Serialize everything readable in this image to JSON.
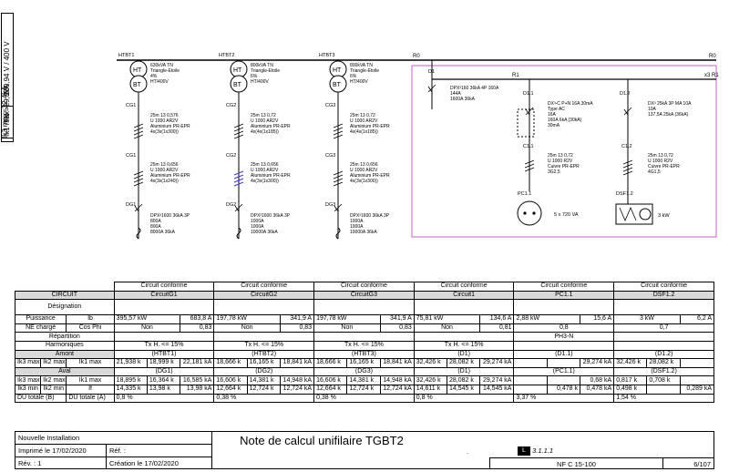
{
  "side_panel": {
    "voltage": "230,94 V / 400 V",
    "ik1max": "Ik1 max=29,3kA",
    "ik3max": "Ik3 max=32,4kA",
    "tn": "TN"
  },
  "schema": {
    "transformers": [
      {
        "id": "HTBT1",
        "ht": "HT",
        "bt": "BT",
        "spec1": "630kVA TN",
        "spec2": "Triangle-Etoile",
        "spec3": "4%",
        "spec4": "HT/400V",
        "cable1_id": "CG1",
        "cable1": [
          "25m 13 0,576",
          "U 1000 AR2V",
          "Aluminium PR-EPR",
          "4x(3x(1x300))"
        ],
        "cable2_id": "CG1",
        "cable2": [
          "25m 13 0,656",
          "U 1000 AR2V",
          "Aluminium PR-EPR",
          "4x(3x(1x240))"
        ],
        "breaker_id": "DG1",
        "breaker": [
          "DPX³1600 36kA 3P",
          "800A",
          "800A",
          "8000A 36kA"
        ]
      },
      {
        "id": "HTBT2",
        "ht": "HT",
        "bt": "BT",
        "spec1": "800kVA TN",
        "spec2": "Triangle-Etoile",
        "spec3": "6%",
        "spec4": "HT/400V",
        "cable1_id": "CG2",
        "cable1": [
          "25m 13 0,72",
          "U 1000 AR2V",
          "Aluminium PR-EPR",
          "4x(4x(1x185))"
        ],
        "cable2_id": "CG2",
        "cable2": [
          "25m 13 0,656",
          "U 1000 AR2V",
          "Aluminium PR-EPR",
          "4x(3x(1x300))"
        ],
        "breaker_id": "DG2",
        "breaker": [
          "DPX³1600 36kA 3P",
          "1000A",
          "1000A",
          "10000A 36kA"
        ]
      },
      {
        "id": "HTBT3",
        "ht": "HT",
        "bt": "BT",
        "spec1": "800kVA TN",
        "spec2": "Triangle-Etoile",
        "spec3": "6%",
        "spec4": "HT/400V",
        "cable1_id": "CG3",
        "cable1": [
          "25m 13 0,72",
          "U 1000 AR2V",
          "Aluminium PR-EPR",
          "4x(4x(1x185))"
        ],
        "cable2_id": "CG3",
        "cable2": [
          "25m 13 0,656",
          "U 1000 AR2V",
          "Aluminium PR-EPR",
          "4x(3x(1x300))"
        ],
        "breaker_id": "DG3",
        "breaker": [
          "DPX³1600 36kA 3P",
          "1000A",
          "1000A",
          "10000A 36kA"
        ]
      }
    ],
    "busbar_r0": "R0",
    "busbar_r0_right": "R0",
    "busbar_r1": "R1",
    "busbar_r1_right": "x3 R1",
    "d1": {
      "id": "D1",
      "spec": [
        "DPX³160 36kA 4P 160A",
        "144A",
        "1600A 36kA"
      ]
    },
    "d11": {
      "id": "D1.1",
      "spec": [
        "DX³-C P+N 16A 30mA",
        "Type AC",
        "16A",
        "160A 6kA (30kA)",
        "30mA"
      ]
    },
    "d12": {
      "id": "D1.2",
      "spec": [
        "DX³ 25kA 3P MA 10A",
        "10A",
        "137,5A 25kA (36kA)"
      ]
    },
    "c11": {
      "id": "C1.1",
      "spec": [
        "25m 13 0,72",
        "U 1000 R2V",
        "Cuivre PR-EPR",
        "3G2,5"
      ]
    },
    "c12": {
      "id": "C1.2",
      "spec": [
        "25m 13 0,72",
        "U 1000 R2V",
        "Cuivre PR-EPR",
        "4G1,5"
      ]
    },
    "pc11": {
      "id": "PC1.1",
      "spec": "5 x 720 VA"
    },
    "dsf12": {
      "id": "DSF1.2",
      "spec": "3 kW"
    }
  },
  "table": {
    "status": [
      "Circuit conforme",
      "Circuit conforme",
      "Circuit conforme",
      "Circuit conforme",
      "Circuit conforme",
      "Circuit conforme"
    ],
    "circuit_label": "CIRCUIT",
    "circuits": [
      "CircuitG1",
      "CircuitG2",
      "CircuitG3",
      "Circuit1",
      "PC1.1",
      "DSF1.2"
    ],
    "designation": "Désignation",
    "puissance": "Puissance",
    "ib": "Ib",
    "puissance_vals": [
      [
        "395,57 kW",
        "683,8 A"
      ],
      [
        "197,78 kW",
        "341,9 A"
      ],
      [
        "197,78 kW",
        "341,9 A"
      ],
      [
        "75,81 kW",
        "134,6 A"
      ],
      [
        "2,88 kW",
        "15,6 A"
      ],
      [
        "3 kW",
        "6,2 A"
      ]
    ],
    "ne_charge": "NE chargé",
    "cosphi": "Cos Phi",
    "ne_vals": [
      [
        "Non",
        "0,83"
      ],
      [
        "Non",
        "0,83"
      ],
      [
        "Non",
        "0,83"
      ],
      [
        "Non",
        "0,81"
      ],
      [
        "",
        "0,8"
      ],
      [
        "",
        "0,7"
      ]
    ],
    "repartition": "Répartition",
    "repartition_val": "PH3-N",
    "harmoniques": "Harmoniques",
    "harm_val": "Tx H. <= 15%",
    "amont": "Amont",
    "amont_ids": [
      "(HTBT1)",
      "(HTBT2)",
      "(HTBT3)",
      "(D1)",
      "(D1.1)",
      "(D1.2)"
    ],
    "ik3max": "Ik3 max",
    "ik2max": "Ik2 max",
    "ik1max": "Ik1 max",
    "amont_vals": [
      [
        "21,938 k",
        "18,999 k",
        "22,181 kA"
      ],
      [
        "18,666 k",
        "16,165 k",
        "18,841 kA"
      ],
      [
        "18,666 k",
        "16,165 k",
        "18,841 kA"
      ],
      [
        "32,426 k",
        "28,082 k",
        "29,274 kA"
      ],
      [
        "",
        "",
        "29,274 kA"
      ],
      [
        "32,426 k",
        "28,082 k",
        ""
      ]
    ],
    "aval": "Aval",
    "aval_ids": [
      "(DG1)",
      "(DG2)",
      "(DG3)",
      "(D1)",
      "(PC1.1)",
      "(DSF1.2)"
    ],
    "aval_vals": [
      [
        "18,895 k",
        "16,364 k",
        "16,585 kA"
      ],
      [
        "16,606 k",
        "14,381 k",
        "14,948 kA"
      ],
      [
        "16,606 k",
        "14,381 k",
        "14,948 kA"
      ],
      [
        "32,426 k",
        "28,082 k",
        "29,274 kA"
      ],
      [
        "",
        "",
        "0,68 kA"
      ],
      [
        "0,817 k",
        "0,708 k",
        ""
      ]
    ],
    "ik3min": "Ik3 min",
    "ik2min": "Ik2 min",
    "ik1min": "Ik1 min",
    "if": "If",
    "min_vals": [
      [
        "14,335 k",
        "13,98 k",
        "13,98 kA"
      ],
      [
        "12,664 k",
        "12,724 k",
        "12,724 kA"
      ],
      [
        "12,664 k",
        "12,724 k",
        "12,724 kA"
      ],
      [
        "14,611 k",
        "14,545 k",
        "14,545 kA"
      ],
      [
        "",
        "0,478 k",
        "0,478 kA"
      ],
      [
        "0,498 k",
        "",
        "0,289 kA"
      ]
    ],
    "du_b": "DU totale (B)",
    "du_a": "DU totale (A)",
    "du_vals": [
      "0,8 %",
      "0,38 %",
      "0,38 %",
      "0,8 %",
      "3,37 %",
      "1,54 %"
    ]
  },
  "cartouche": {
    "installation": "Nouvelle Installation",
    "imprime": "Imprimé le 17/02/2020",
    "ref": "Réf. :",
    "rev": "Rév. : 1",
    "creation": "Création le 17/02/2020",
    "title": "Note de calcul unifilaire TGBT2",
    "dot": ".",
    "version": "3.1.1.1",
    "norm": "NF C 15-100",
    "page": "6/107"
  },
  "colors": {
    "line": "#000000",
    "highlight": "#4040c0",
    "zone": "#c060c0",
    "grey": "#d9d9d9"
  }
}
